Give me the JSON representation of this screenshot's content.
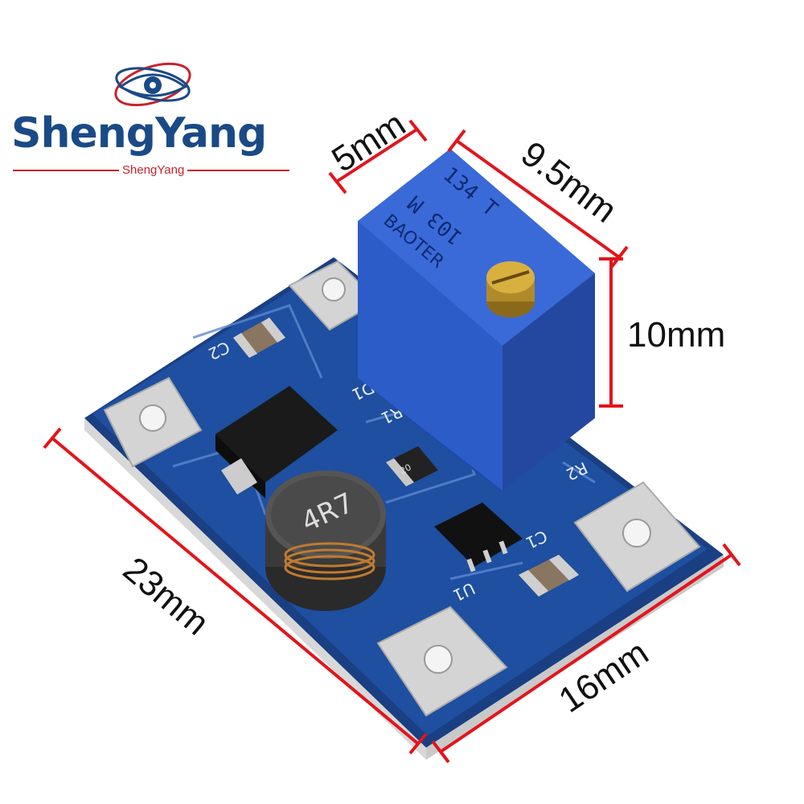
{
  "brand": {
    "name": "ShengYang",
    "subname": "ShengYang",
    "colors": {
      "primary": "#1a4a86",
      "accent": "#c8232c"
    }
  },
  "board": {
    "pcb_color": "#1e4fa0",
    "potentiometer_color": "#2b5cc8",
    "markings": {
      "pot_line1": "134 T",
      "pot_line2": "103 M",
      "pot_brand": "BAOTER",
      "inductor": "4R7",
      "resistor_value": "20",
      "label_c2": "C2",
      "label_r1": "R1",
      "label_d1": "D1",
      "label_r2": "R2",
      "label_c1": "C1",
      "label_u1": "U1"
    }
  },
  "dimensions": {
    "pot_depth": "5mm",
    "pot_width": "9.5mm",
    "pot_height": "10mm",
    "board_length": "23mm",
    "board_width": "16mm",
    "line_color": "#e2151c"
  }
}
